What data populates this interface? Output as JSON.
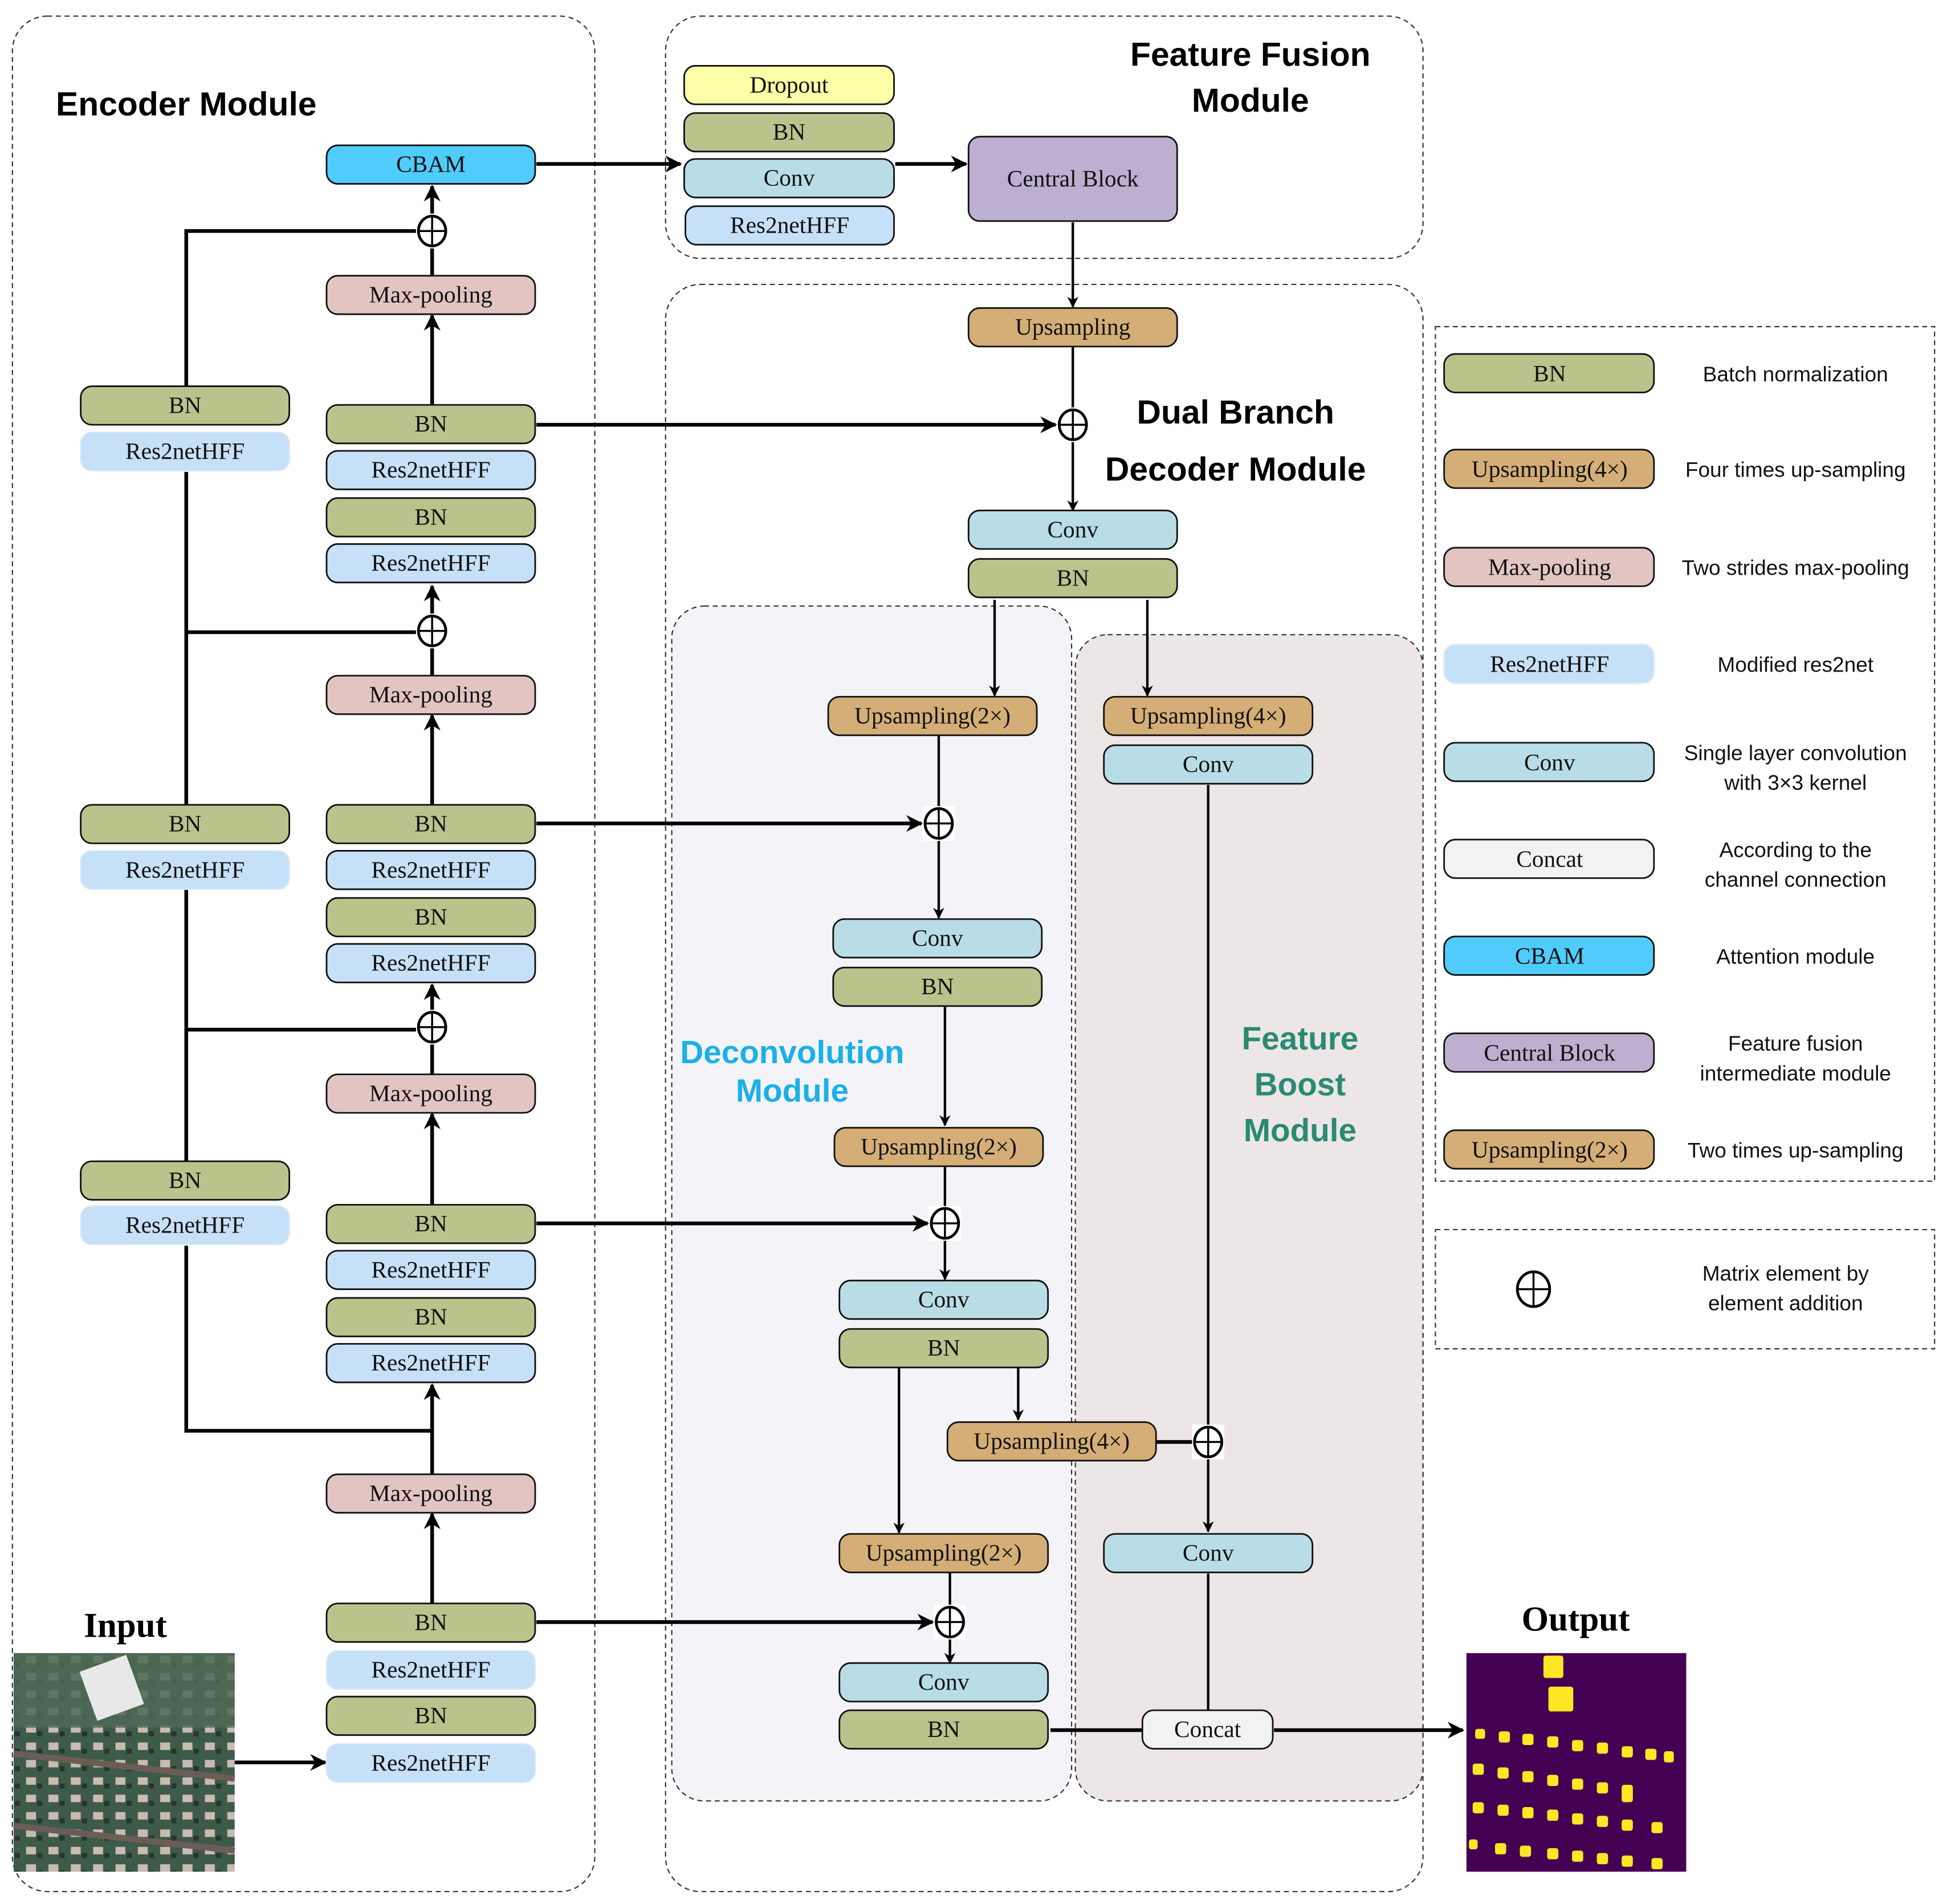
{
  "palette": {
    "BN": "#b8c48c",
    "Res2netHFF": "#c6e0f8",
    "Max-pooling": "#e2c5c2",
    "CBAM": "#50ccfc",
    "Dropout": "#fdfea8",
    "Conv": "#b8dde6",
    "Central Block": "#bdafd0",
    "Upsampling": "#d4ae76",
    "Concat": "#f2f2f2",
    "deconv_region_fill": "#f4f3f7",
    "boost_region_fill": "#ece6e6",
    "deconv_title_color": "#1ab0e8",
    "boost_title_color": "#2a8a72",
    "output_bg": "#440154",
    "output_fg": "#fde725"
  },
  "modules": {
    "encoder": "Encoder Module",
    "fusion": [
      "Feature Fusion",
      "Module"
    ],
    "decoder": [
      "Dual Branch",
      "Decoder Module"
    ],
    "deconv": [
      "Deconvolution",
      "Module"
    ],
    "boost": [
      "Feature",
      "Boost",
      "Module"
    ]
  },
  "io": {
    "input_label": "Input",
    "output_label": "Output"
  },
  "blocks": [
    {
      "id": "enc-cbam",
      "type": "CBAM",
      "label": "CBAM"
    },
    {
      "id": "enc-mp4",
      "type": "Max-pooling",
      "label": "Max-pooling"
    },
    {
      "id": "enc-s4-bn1",
      "type": "BN",
      "label": "BN"
    },
    {
      "id": "enc-s4-r1",
      "type": "Res2netHFF",
      "label": "Res2netHFF"
    },
    {
      "id": "enc-s4-bn2",
      "type": "BN",
      "label": "BN"
    },
    {
      "id": "enc-s4-r2",
      "type": "Res2netHFF",
      "label": "Res2netHFF"
    },
    {
      "id": "enc-mp3",
      "type": "Max-pooling",
      "label": "Max-pooling"
    },
    {
      "id": "enc-s3-bn1",
      "type": "BN",
      "label": "BN"
    },
    {
      "id": "enc-s3-r1",
      "type": "Res2netHFF",
      "label": "Res2netHFF"
    },
    {
      "id": "enc-s3-bn2",
      "type": "BN",
      "label": "BN"
    },
    {
      "id": "enc-s3-r2",
      "type": "Res2netHFF",
      "label": "Res2netHFF"
    },
    {
      "id": "enc-mp2",
      "type": "Max-pooling",
      "label": "Max-pooling"
    },
    {
      "id": "enc-s2-bn1",
      "type": "BN",
      "label": "BN"
    },
    {
      "id": "enc-s2-r1",
      "type": "Res2netHFF",
      "label": "Res2netHFF"
    },
    {
      "id": "enc-s2-bn2",
      "type": "BN",
      "label": "BN"
    },
    {
      "id": "enc-s2-r2",
      "type": "Res2netHFF",
      "label": "Res2netHFF"
    },
    {
      "id": "enc-mp1",
      "type": "Max-pooling",
      "label": "Max-pooling"
    },
    {
      "id": "enc-s1-bn1",
      "type": "BN",
      "label": "BN"
    },
    {
      "id": "enc-s1-r1",
      "type": "Res2netHFF",
      "label": "Res2netHFF"
    },
    {
      "id": "enc-s1-bn2",
      "type": "BN",
      "label": "BN"
    },
    {
      "id": "enc-s1-r2",
      "type": "Res2netHFF",
      "label": "Res2netHFF"
    },
    {
      "id": "side-3-bn",
      "type": "BN",
      "label": "BN"
    },
    {
      "id": "side-3-r",
      "type": "Res2netHFF",
      "label": "Res2netHFF"
    },
    {
      "id": "side-2-bn",
      "type": "BN",
      "label": "BN"
    },
    {
      "id": "side-2-r",
      "type": "Res2netHFF",
      "label": "Res2netHFF"
    },
    {
      "id": "side-1-bn",
      "type": "BN",
      "label": "BN"
    },
    {
      "id": "side-1-r",
      "type": "Res2netHFF",
      "label": "Res2netHFF"
    },
    {
      "id": "ff-dropout",
      "type": "Dropout",
      "label": "Dropout"
    },
    {
      "id": "ff-bn",
      "type": "BN",
      "label": "BN"
    },
    {
      "id": "ff-conv",
      "type": "Conv",
      "label": "Conv"
    },
    {
      "id": "ff-res",
      "type": "Res2netHFF",
      "label": "Res2netHFF"
    },
    {
      "id": "ff-central",
      "type": "Central Block",
      "label": "Central Block"
    },
    {
      "id": "dec-up",
      "type": "Upsampling",
      "label": "Upsampling"
    },
    {
      "id": "dec-conv",
      "type": "Conv",
      "label": "Conv"
    },
    {
      "id": "dec-bn",
      "type": "BN",
      "label": "BN"
    },
    {
      "id": "dc-up1",
      "type": "Upsampling",
      "label": "Upsampling(2×)"
    },
    {
      "id": "dc-conv1",
      "type": "Conv",
      "label": "Conv"
    },
    {
      "id": "dc-bn1",
      "type": "BN",
      "label": "BN"
    },
    {
      "id": "dc-up2",
      "type": "Upsampling",
      "label": "Upsampling(2×)"
    },
    {
      "id": "dc-conv2",
      "type": "Conv",
      "label": "Conv"
    },
    {
      "id": "dc-bn2",
      "type": "BN",
      "label": "BN"
    },
    {
      "id": "dc-up4",
      "type": "Upsampling",
      "label": "Upsampling(4×)"
    },
    {
      "id": "dc-up3",
      "type": "Upsampling",
      "label": "Upsampling(2×)"
    },
    {
      "id": "dc-conv3",
      "type": "Conv",
      "label": "Conv"
    },
    {
      "id": "dc-bn3",
      "type": "BN",
      "label": "BN"
    },
    {
      "id": "fb-up4",
      "type": "Upsampling",
      "label": "Upsampling(4×)"
    },
    {
      "id": "fb-conv1",
      "type": "Conv",
      "label": "Conv"
    },
    {
      "id": "fb-conv2",
      "type": "Conv",
      "label": "Conv"
    },
    {
      "id": "fb-concat",
      "type": "Concat",
      "label": "Concat"
    }
  ],
  "legend": {
    "items": [
      {
        "type": "BN",
        "label": "BN",
        "desc": [
          "Batch normalization"
        ]
      },
      {
        "type": "Upsampling",
        "label": "Upsampling(4×)",
        "desc": [
          "Four times up-sampling"
        ]
      },
      {
        "type": "Max-pooling",
        "label": "Max-pooling",
        "desc": [
          "Two strides max-pooling"
        ]
      },
      {
        "type": "Res2netHFF",
        "label": "Res2netHFF",
        "desc": [
          "Modified res2net"
        ]
      },
      {
        "type": "Conv",
        "label": "Conv",
        "desc": [
          "Single layer convolution",
          "with 3×3 kernel"
        ]
      },
      {
        "type": "Concat",
        "label": "Concat",
        "desc": [
          "According to the",
          "channel connection"
        ]
      },
      {
        "type": "CBAM",
        "label": "CBAM",
        "desc": [
          "Attention module"
        ]
      },
      {
        "type": "Central Block",
        "label": "Central Block",
        "desc": [
          "Feature fusion",
          "intermediate module"
        ]
      },
      {
        "type": "Upsampling",
        "label": "Upsampling(2×)",
        "desc": [
          "Two times up-sampling"
        ]
      }
    ],
    "add_symbol_desc": [
      "Matrix element by",
      "element addition"
    ]
  }
}
